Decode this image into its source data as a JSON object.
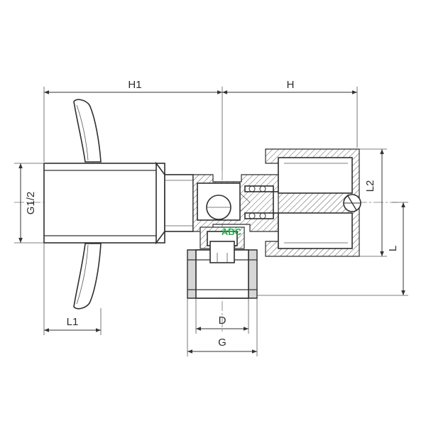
{
  "dimensions": {
    "h1": "H1",
    "h": "H",
    "l2": "L2",
    "l": "L",
    "g12": "G1/2",
    "l1": "L1",
    "d": "D",
    "g": "G"
  },
  "logo": {
    "text": "ABC",
    "color": "#22b14c"
  }
}
